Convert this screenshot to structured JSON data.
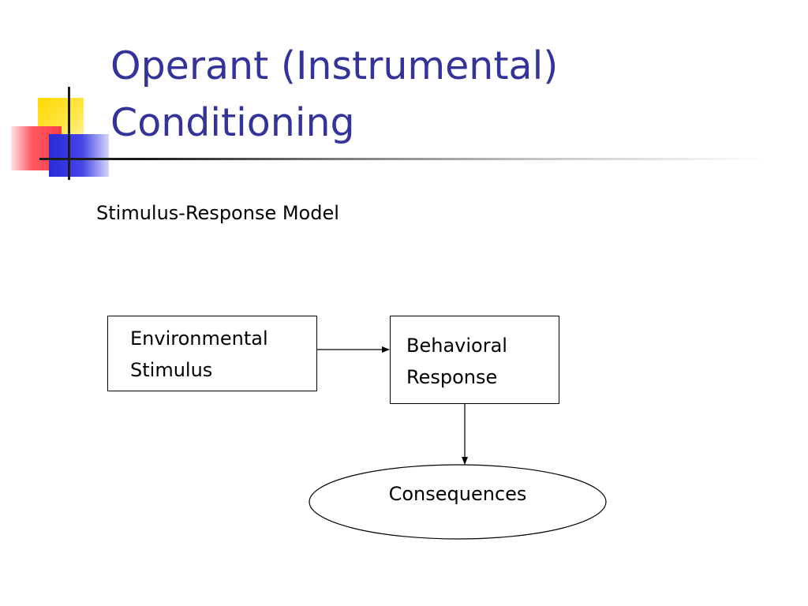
{
  "slide": {
    "title_line1": "Operant (Instrumental)",
    "title_line2": "Conditioning",
    "subtitle": "Stimulus-Response Model"
  },
  "diagram": {
    "stimulus_box": {
      "line1": "Environmental",
      "line2": "Stimulus"
    },
    "response_box": {
      "line1": "Behavioral",
      "line2": "Response"
    },
    "consequences": "Consequences"
  },
  "colors": {
    "title": "#333399",
    "ornament_yellow": "#ffd800",
    "ornament_red": "#ff3c46",
    "ornament_blue": "#2a2ad8"
  }
}
